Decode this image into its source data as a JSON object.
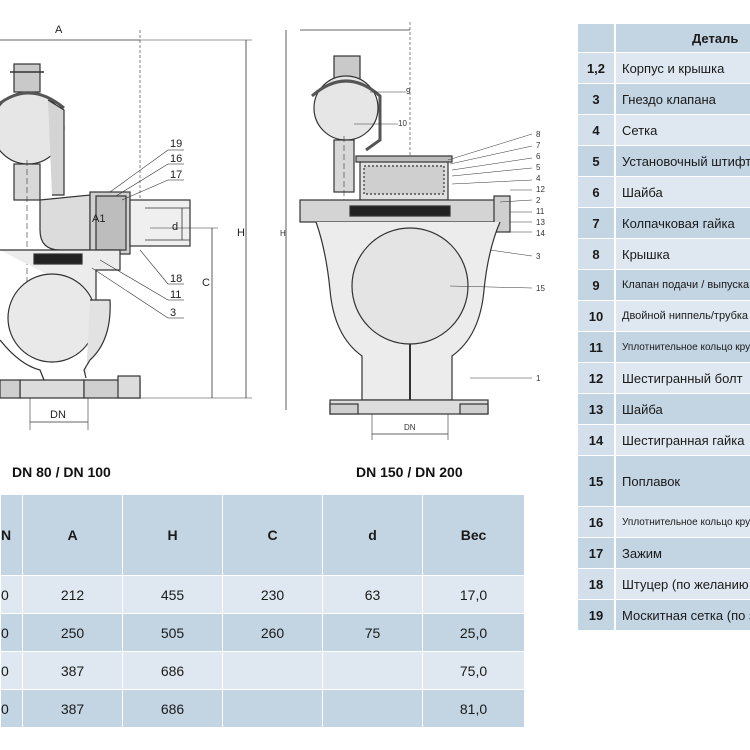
{
  "captions": {
    "left": "DN 80 / DN 100",
    "right": "DN 150 / DN 200"
  },
  "labels_left": {
    "A": "A",
    "H": "H",
    "C": "C",
    "d": "d",
    "DN": "DN",
    "A1": "A1",
    "n19": "19",
    "n16": "16",
    "n17": "17",
    "n18": "18",
    "n11": "11",
    "n3": "3"
  },
  "labels_right": {
    "H": "H",
    "DN": "DN",
    "n9": "9",
    "n10": "10",
    "n8": "8",
    "n7": "7",
    "n6": "6",
    "n5": "5",
    "n4": "4",
    "n12": "12",
    "n2": "2",
    "n11": "11",
    "n13": "13",
    "n14": "14",
    "n3": "3",
    "n15": "15",
    "n1": "1"
  },
  "dimension_table": {
    "headers": [
      "N",
      "A",
      "H",
      "C",
      "d",
      "Вес"
    ],
    "rows": [
      [
        "0",
        "212",
        "455",
        "230",
        "63",
        "17,0"
      ],
      [
        "0",
        "250",
        "505",
        "260",
        "75",
        "25,0"
      ],
      [
        "0",
        "387",
        "686",
        "",
        "",
        "75,0"
      ],
      [
        "0",
        "387",
        "686",
        "",
        "",
        "81,0"
      ]
    ]
  },
  "parts_table": {
    "header": "Деталь",
    "rows": [
      {
        "no": "1,2",
        "name": "Корпус и крышка"
      },
      {
        "no": "3",
        "name": "Гнездо клапана"
      },
      {
        "no": "4",
        "name": "Сетка"
      },
      {
        "no": "5",
        "name": "Установочный штифт"
      },
      {
        "no": "6",
        "name": "Шайба"
      },
      {
        "no": "7",
        "name": "Колпачковая гайка"
      },
      {
        "no": "8",
        "name": "Крышка"
      },
      {
        "no": "9",
        "name": "Клапан подачи / выпуска"
      },
      {
        "no": "10",
        "name": "Двойной ниппель/трубка с"
      },
      {
        "no": "11",
        "name": "Уплотнительное кольцо кру"
      },
      {
        "no": "12",
        "name": "Шестигранный болт"
      },
      {
        "no": "13",
        "name": "Шайба"
      },
      {
        "no": "14",
        "name": "Шестигранная гайка"
      },
      {
        "no": "15",
        "name": "Поплавок"
      },
      {
        "no": "16",
        "name": "Уплотнительное кольцо кру"
      },
      {
        "no": "17",
        "name": "Зажим"
      },
      {
        "no": "18",
        "name": "Штуцер (по желанию"
      },
      {
        "no": "19",
        "name": "Москитная сетка (по з"
      }
    ]
  }
}
